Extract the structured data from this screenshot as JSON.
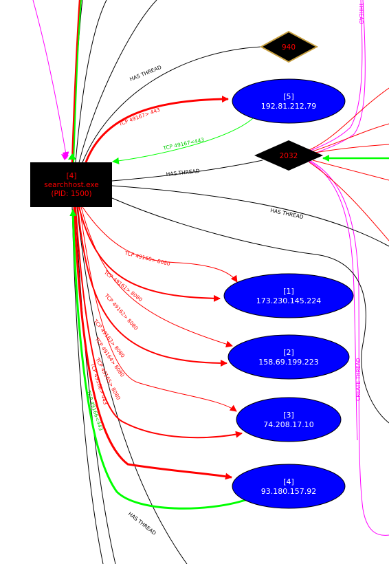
{
  "process": {
    "id_label": "[4]",
    "name": "searchhost.exe",
    "pid_label": "(PID: 1500)",
    "fill": "#000000",
    "text_color": "#ff0000"
  },
  "threads": {
    "t940": {
      "label": "940",
      "border": "#c8a040"
    },
    "t2032": {
      "label": "2032"
    }
  },
  "hosts": {
    "h5": {
      "id_label": "[5]",
      "ip": "192.81.212.79"
    },
    "h1": {
      "id_label": "[1]",
      "ip": "173.230.145.224"
    },
    "h2": {
      "id_label": "[2]",
      "ip": "158.69.199.223"
    },
    "h3": {
      "id_label": "[3]",
      "ip": "74.208.17.10"
    },
    "h4": {
      "id_label": "[4]",
      "ip": "93.180.157.92"
    }
  },
  "edge_labels": {
    "has_thread_1": "HAS THREAD",
    "has_thread_2": "HAS THREAD",
    "has_thread_3": "HAS THREAD",
    "has_thread_4": "HAS THREAD",
    "tcp_out_5": "TCP 49167> 443",
    "tcp_in_5": "TCP 49167<443",
    "tcp_49160": "TCP 49160> 8080",
    "tcp_49161": "TCP 49161> 8080",
    "tcp_49162": "TCP 49162> 8080",
    "tcp_49163": "TCP 49163> 8080",
    "tcp_49164": "TCP 49164> 8080",
    "tcp_49165": "TCP 49165> 8080",
    "tcp_out_4": "TCP 49166> 443",
    "tcp_in_4": "TCP 49166<443",
    "create_thread": "CREATE THREAD",
    "thread_top": "THREAD"
  },
  "colors": {
    "host_fill": "#0000ff",
    "host_text": "#ffffff",
    "thread_text": "#ff0000",
    "tcp_out": "#ff0000",
    "tcp_in": "#00ff00",
    "has_thread": "#000000",
    "create_thread": "#ff00ff"
  }
}
